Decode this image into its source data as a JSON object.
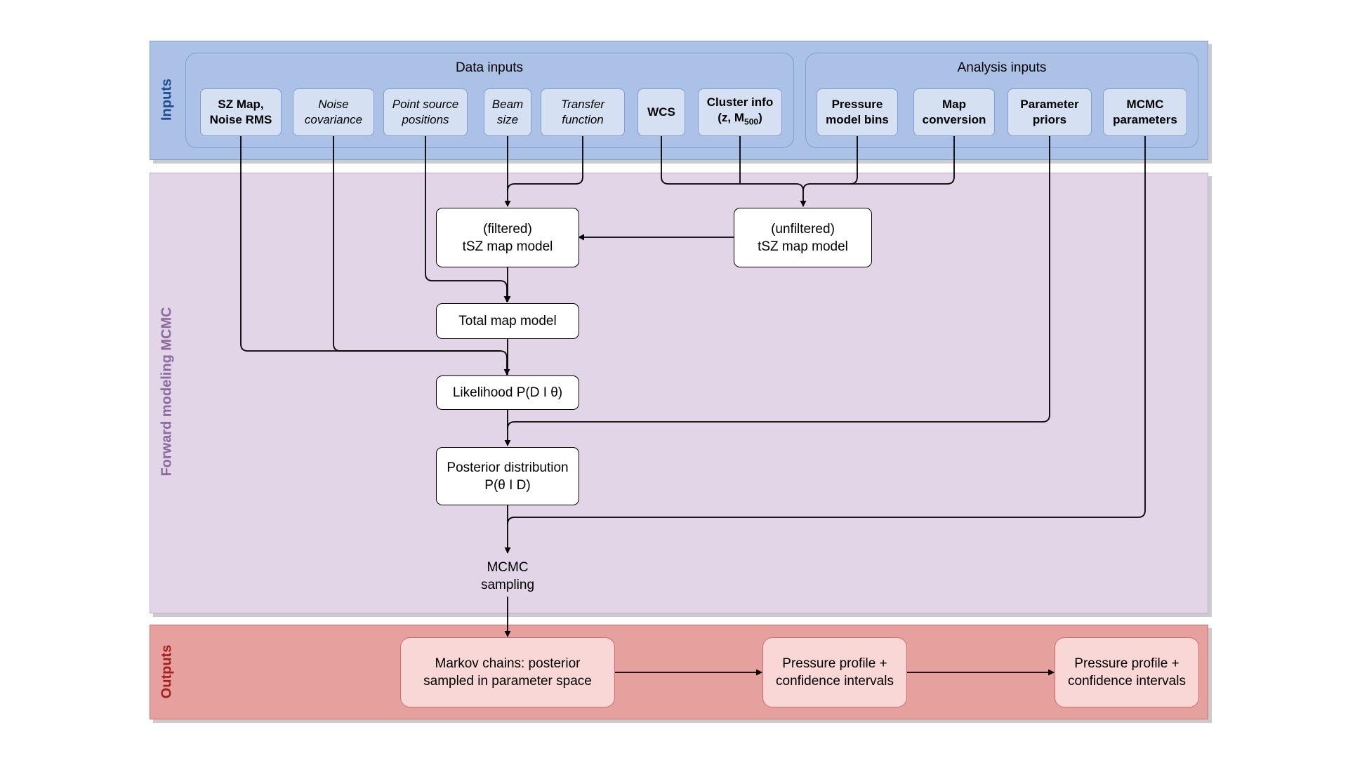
{
  "sections": {
    "inputs_label": "Inputs",
    "forward_label": "Forward modeling MCMC",
    "outputs_label": "Outputs"
  },
  "groups": {
    "data_inputs_title": "Data inputs",
    "analysis_inputs_title": "Analysis inputs"
  },
  "inputs": {
    "sz_map": [
      "SZ Map,",
      "Noise RMS"
    ],
    "noise_cov": [
      "Noise",
      "covariance"
    ],
    "point_src": [
      "Point source",
      "positions"
    ],
    "beam": [
      "Beam",
      "size"
    ],
    "transfer": [
      "Transfer",
      "function"
    ],
    "wcs": "WCS",
    "cluster_info": {
      "line1": "Cluster info",
      "prefix": "(z, M",
      "sub": "500",
      "suffix": ")"
    },
    "pressure_bins": [
      "Pressure",
      "model bins"
    ],
    "map_conv": [
      "Map",
      "conversion"
    ],
    "param_priors": [
      "Parameter",
      "priors"
    ],
    "mcmc_params": [
      "MCMC",
      "parameters"
    ]
  },
  "nodes": {
    "filtered": [
      "(filtered)",
      "tSZ map model"
    ],
    "unfiltered": [
      "(unfiltered)",
      "tSZ map model"
    ],
    "total": "Total map model",
    "likelihood": "Likelihood P(D I θ)",
    "posterior": [
      "Posterior distribution",
      "P(θ I D)"
    ],
    "mcmc_sampling": [
      "MCMC",
      "sampling"
    ]
  },
  "outputs": {
    "markov": [
      "Markov chains: posterior",
      "sampled in parameter space"
    ],
    "pressure1": [
      "Pressure profile +",
      "confidence intervals"
    ],
    "pressure2": [
      "Pressure profile +",
      "confidence intervals"
    ]
  },
  "colors": {
    "inputs_band": "#abc1e6",
    "inputs_chip": "#d6e0f3",
    "forward_band": "#e1d5e7",
    "outputs_band": "#e6a19f",
    "outputs_node": "#f8d7d6"
  }
}
